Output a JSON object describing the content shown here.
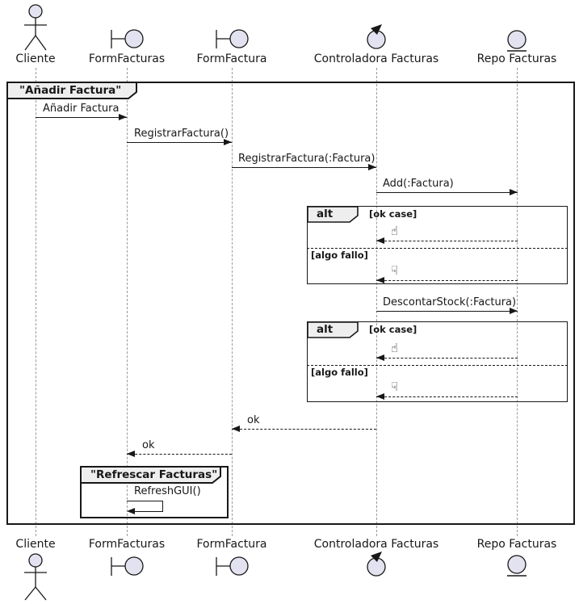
{
  "participants": {
    "cliente": {
      "label": "Cliente",
      "type": "actor"
    },
    "form_facturas": {
      "label": "FormFacturas",
      "type": "boundary"
    },
    "form_factura": {
      "label": "FormFactura",
      "type": "boundary"
    },
    "controladora_facturas": {
      "label": "Controladora Facturas",
      "type": "control"
    },
    "repo_facturas": {
      "label": "Repo Facturas",
      "type": "entity"
    }
  },
  "main_frame": {
    "title": "\"Añadir Factura\""
  },
  "refresh_frame": {
    "title": "\"Refrescar Facturas\""
  },
  "messages": {
    "anadir_factura": {
      "label": "Añadir Factura",
      "from": "Cliente",
      "to": "FormFacturas",
      "line": "solid"
    },
    "registrar_factura": {
      "label": "RegistrarFactura()",
      "from": "FormFacturas",
      "to": "FormFactura",
      "line": "solid"
    },
    "registrar_factura_arg": {
      "label": "RegistrarFactura(:Factura)",
      "from": "FormFactura",
      "to": "Controladora Facturas",
      "line": "solid"
    },
    "add_factura": {
      "label": "Add(:Factura)",
      "from": "Controladora Facturas",
      "to": "Repo Facturas",
      "line": "solid"
    },
    "descontar_stock": {
      "label": "DescontarStock(:Factura)",
      "from": "Controladora Facturas",
      "to": "Repo Facturas",
      "line": "solid"
    },
    "ok_to_form_factura": {
      "label": "ok",
      "from": "Controladora Facturas",
      "to": "FormFactura",
      "line": "dashed"
    },
    "ok_to_form_facturas": {
      "label": "ok",
      "from": "FormFactura",
      "to": "FormFacturas",
      "line": "dashed"
    },
    "refresh_gui": {
      "label": "RefreshGUI()",
      "from": "FormFacturas",
      "to": "FormFacturas",
      "line": "self"
    }
  },
  "alt_add": {
    "operator": "alt",
    "guard_ok": "[ok case]",
    "guard_fail": "[algo fallo]"
  },
  "alt_stock": {
    "operator": "alt",
    "guard_ok": "[ok case]",
    "guard_fail": "[algo fallo]"
  },
  "icons": {
    "thumbs_up": "☝",
    "thumbs_down": "☟"
  },
  "colors": {
    "participant_fill": "#E2E2F0",
    "stroke": "#181818",
    "frame_tab_fill": "#EEEEEE",
    "lifeline": "#999999"
  }
}
